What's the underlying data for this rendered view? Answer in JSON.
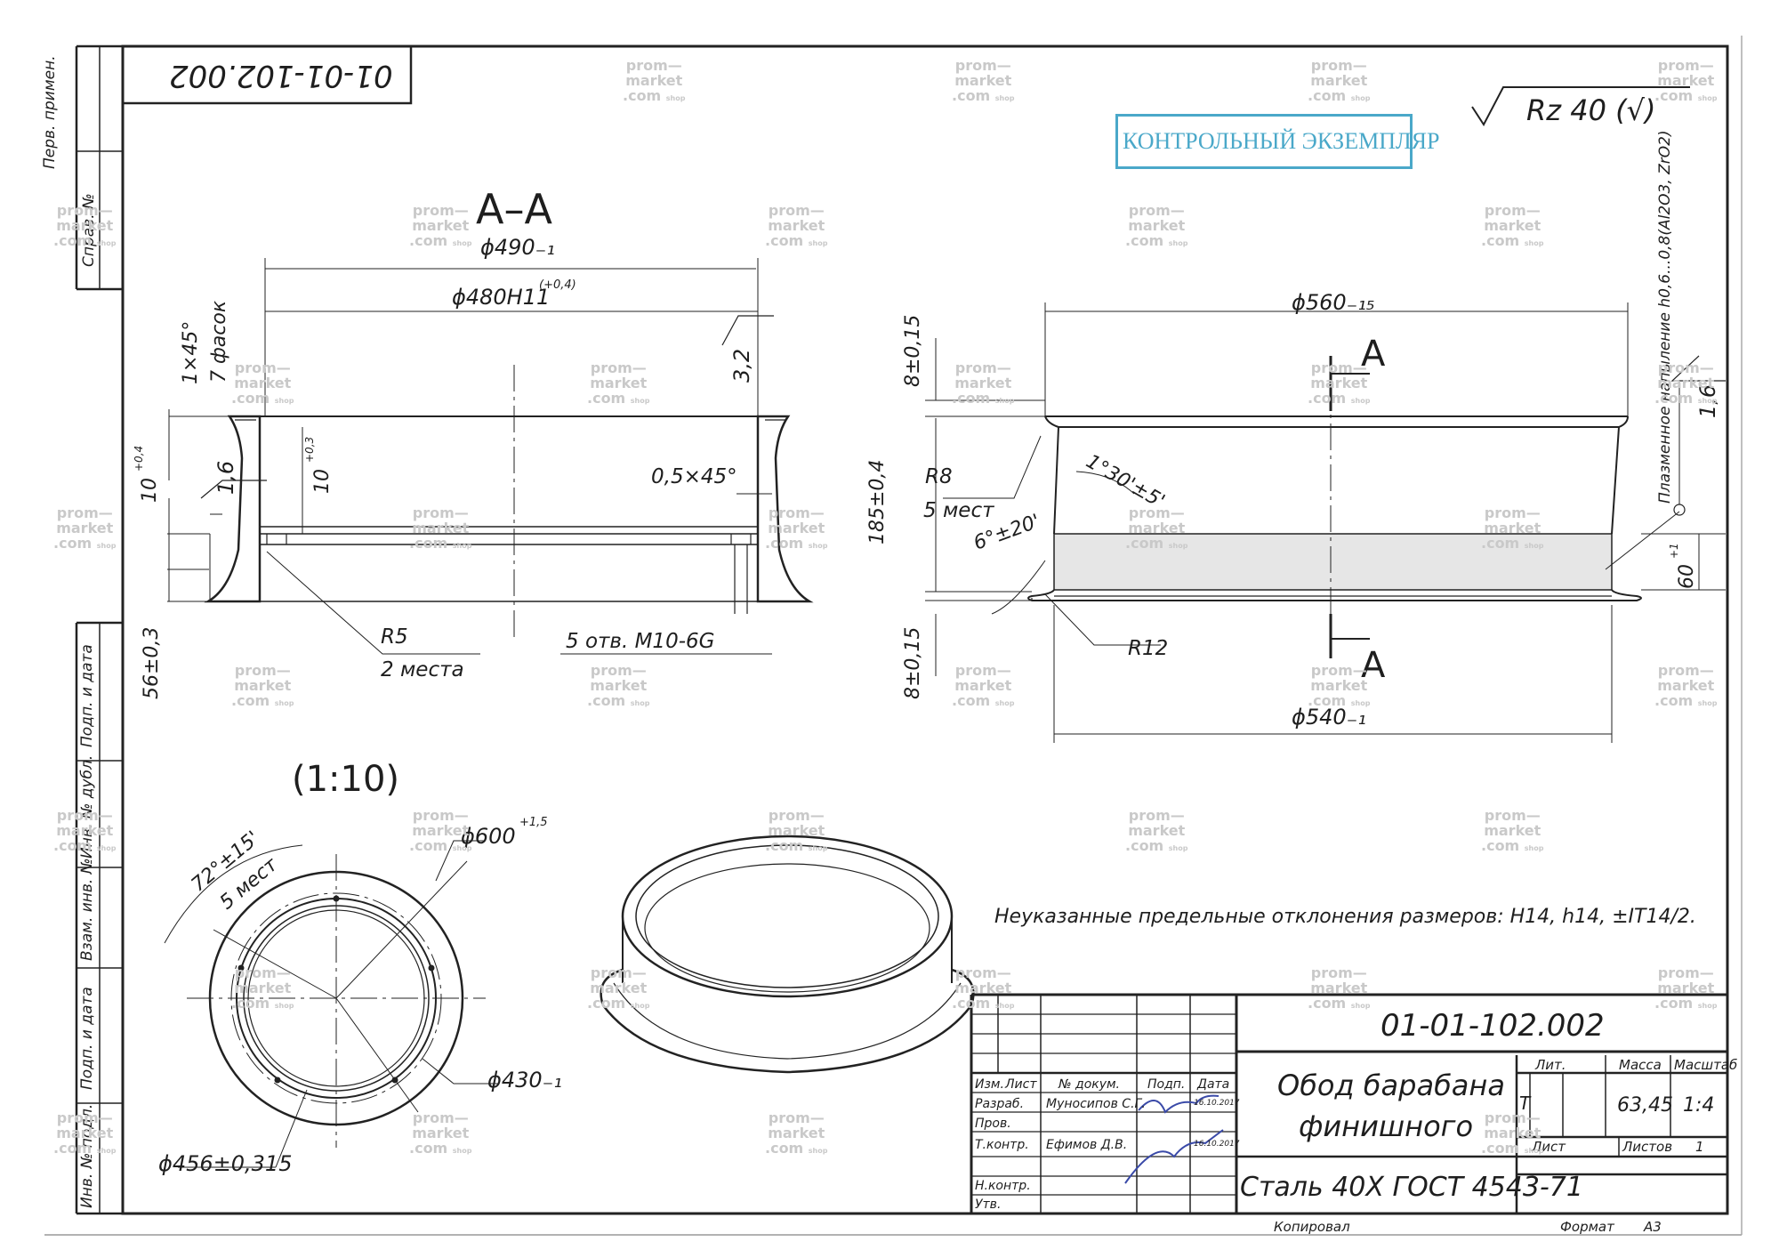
{
  "drawing_number": "01-01-102.002",
  "stamp": "КОНТРОЛЬНЫЙ ЭКЗЕМПЛЯР",
  "roughness": "Rz 40 (√)",
  "section_label": "A–A",
  "scale_label": "(1:10)",
  "section_marker": "A",
  "left_strip": [
    "Перв. примен.",
    "Справ. №",
    "Подп. и дата",
    "Инв. № дубл.",
    "Взам. инв. №",
    "Подп. и дата",
    "Инв. № подл."
  ],
  "dims": {
    "d490": "ϕ490₋₁",
    "d480": "ϕ480H11",
    "d480_tol": "(+0,4)",
    "chamfer7": "7 фасок",
    "chamfer_1x45": "1×45°",
    "r32": "3,2",
    "r16": "1,6",
    "ten_a": "10",
    "ten_a_tol": "+0,4",
    "ten_b": "10",
    "ten_b_tol": "+0,3",
    "c05": "0,5×45°",
    "r5": "R5",
    "two_places": "2 места",
    "holes": "5 отв. M10-6G",
    "d56": "56±0,3",
    "d560": "ϕ560₋₁₅",
    "d8a": "8±0,15",
    "d8b": "8±0,15",
    "r8": "R8",
    "five_places": "5 мест",
    "angle130": "1°30'±5'",
    "angle6": "6°±20'",
    "d185": "185±0,4",
    "r12": "R12",
    "d540": "ϕ540₋₁",
    "d60": "60",
    "d60_tol": "+1",
    "r16b": "1,6",
    "coating": "Плазменное напыление h0,6...0,8(Al2O3, ZrO2)",
    "angle72": "72°±15'",
    "five_places_b": "5 мест",
    "d600": "ϕ600",
    "d600_tol": "+1,5",
    "d430": "ϕ430₋₁",
    "d456": "ϕ456±0,315"
  },
  "note": "Неуказанные предельные отклонения размеров: H14, h14, ±IT14/2.",
  "watermark": {
    "line1": "prom—",
    "line2": "market",
    "line3": ".com",
    "small": "shop"
  },
  "title_block": {
    "title_line1": "Обод барабана",
    "title_line2": "финишного",
    "material": "Сталь 40Х ГОСТ 4543-71",
    "col_headers": [
      "Изм.",
      "Лист",
      "№ докум.",
      "Подп.",
      "Дата"
    ],
    "rows": [
      {
        "role": "Разраб.",
        "name": "Муносипов С.Г.",
        "date": "16.10.2017"
      },
      {
        "role": "Пров.",
        "name": "",
        "date": ""
      },
      {
        "role": "Т.контр.",
        "name": "Ефимов Д.В.",
        "date": "16.10.2017"
      },
      {
        "role": "Н.контр.",
        "name": "",
        "date": ""
      },
      {
        "role": "Утв.",
        "name": "",
        "date": ""
      }
    ],
    "lit_label": "Лит.",
    "mass_label": "Масса",
    "scale_label": "Масштаб",
    "lit_value": "Т",
    "mass_value": "63,45",
    "scale_value": "1:4",
    "sheet_label": "Лист",
    "sheets_label": "Листов",
    "sheets_value": "1",
    "copied": "Копировал",
    "format_label": "Формат",
    "format_value": "А3"
  }
}
